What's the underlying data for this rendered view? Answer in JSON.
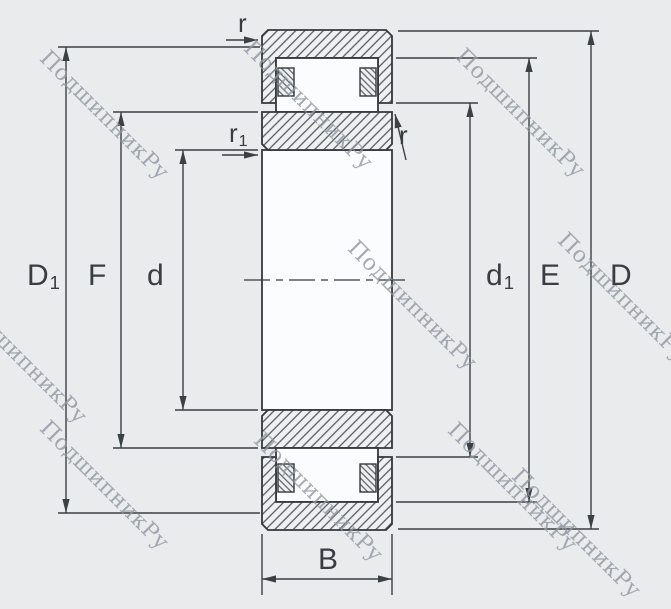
{
  "drawing": {
    "kind": "cylindrical-roller-bearing-cross-section"
  },
  "watermark": {
    "text": "ПодшипникРу"
  },
  "dims": {
    "r_top": {
      "main": "r",
      "sub": ""
    },
    "r1": {
      "main": "r",
      "sub": "1"
    },
    "r_right": {
      "main": "r",
      "sub": ""
    },
    "D1": {
      "main": "D",
      "sub": "1"
    },
    "F": {
      "main": "F",
      "sub": ""
    },
    "d": {
      "main": "d",
      "sub": ""
    },
    "d1": {
      "main": "d",
      "sub": "1"
    },
    "E": {
      "main": "E",
      "sub": ""
    },
    "D": {
      "main": "D",
      "sub": ""
    },
    "B": {
      "main": "B",
      "sub": ""
    }
  },
  "colors": {
    "background": "#e9ebed",
    "line": "#3b4045",
    "watermark": "#8f97a0"
  }
}
